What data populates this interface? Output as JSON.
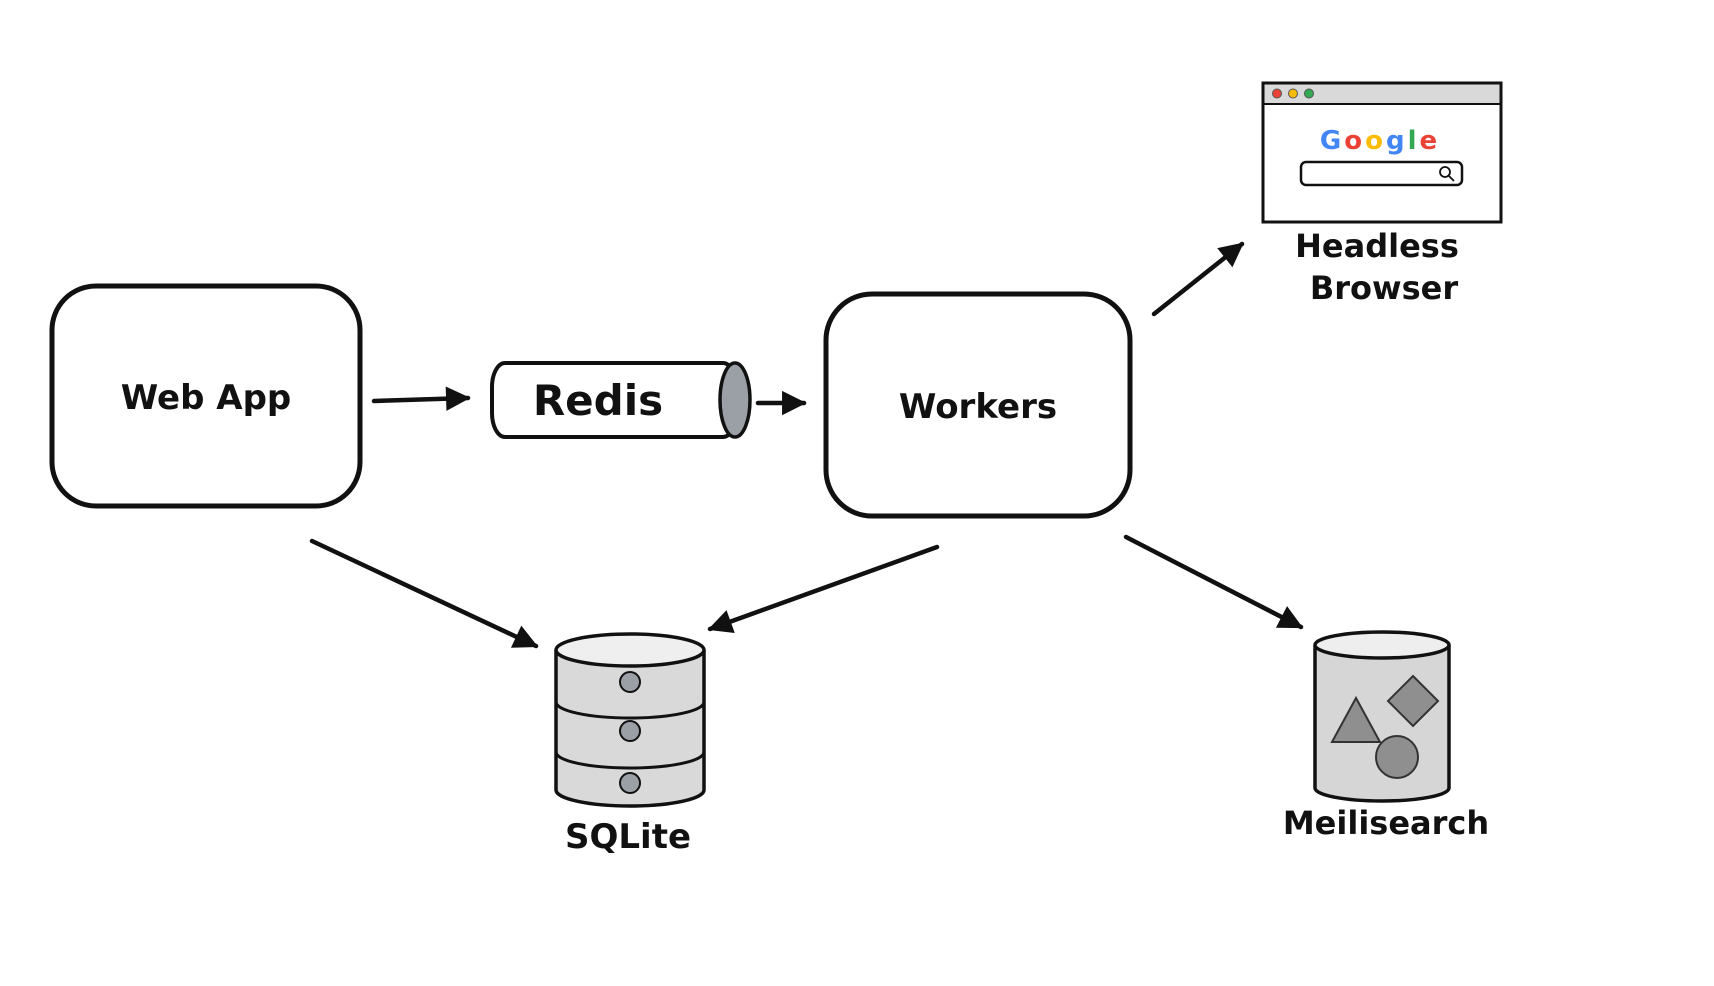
{
  "diagram": {
    "nodes": {
      "web_app": {
        "label": "Web App",
        "shape": "rounded-rectangle"
      },
      "redis": {
        "label": "Redis",
        "shape": "horizontal-cylinder"
      },
      "workers": {
        "label": "Workers",
        "shape": "rounded-rectangle"
      },
      "headless_browser": {
        "label_line1": "Headless",
        "label_line2": "Browser",
        "shape": "browser-window"
      },
      "sqlite": {
        "label": "SQLite",
        "shape": "database-cylinder"
      },
      "meilisearch": {
        "label": "Meilisearch",
        "shape": "bucket-cylinder"
      }
    },
    "edges": [
      {
        "from": "web_app",
        "to": "redis"
      },
      {
        "from": "redis",
        "to": "workers"
      },
      {
        "from": "workers",
        "to": "headless_browser"
      },
      {
        "from": "web_app",
        "to": "sqlite"
      },
      {
        "from": "workers",
        "to": "sqlite"
      },
      {
        "from": "workers",
        "to": "meilisearch"
      }
    ],
    "browser": {
      "logo_letters": [
        {
          "char": "G",
          "color": "#4285F4"
        },
        {
          "char": "o",
          "color": "#EA4335"
        },
        {
          "char": "o",
          "color": "#FBBC05"
        },
        {
          "char": "g",
          "color": "#4285F4"
        },
        {
          "char": "l",
          "color": "#34A853"
        },
        {
          "char": "e",
          "color": "#EA4335"
        }
      ],
      "traffic_lights": [
        {
          "name": "close",
          "color": "#EA4335"
        },
        {
          "name": "minimize",
          "color": "#FBBC05"
        },
        {
          "name": "maximize",
          "color": "#34A853"
        }
      ]
    },
    "palette": {
      "stroke": "#111111",
      "node_fill": "#ffffff",
      "cylinder_gray": "#d9d9d9",
      "cylinder_top_gray": "#efefef",
      "cap_gray": "#9aa0a6",
      "shape_gray": "#8f8f8f",
      "titlebar_gray": "#d9d9d9",
      "background": "#ffffff"
    }
  }
}
